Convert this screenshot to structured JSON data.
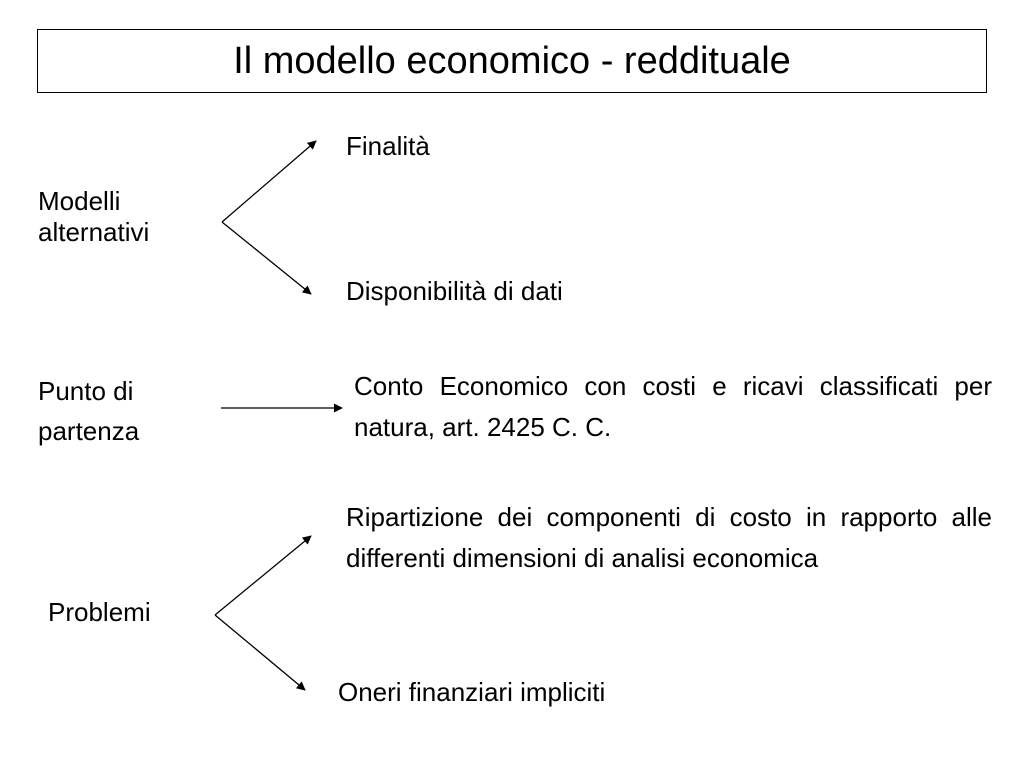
{
  "title": "Il modello economico - reddituale",
  "sections": {
    "modelli": {
      "label_line1": "Modelli",
      "label_line2": "alternativi",
      "target_top": "Finalità",
      "target_bottom": "Disponibilità di dati"
    },
    "punto": {
      "label_line1": "Punto di",
      "label_line2": "partenza",
      "target": "Conto Economico con costi e ricavi classificati per natura, art. 2425 C. C."
    },
    "problemi": {
      "label": "Problemi",
      "target_top": "Ripartizione dei componenti di costo in rapporto alle differenti dimensioni di analisi economica",
      "target_bottom": "Oneri finanziari impliciti"
    }
  }
}
